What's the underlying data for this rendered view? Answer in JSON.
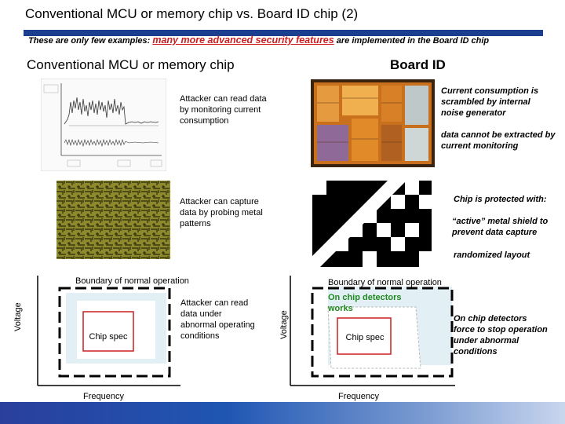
{
  "slide": {
    "title": "Conventional MCU or memory chip vs. Board ID chip (2)",
    "subtitle_pre": "These are only few examples: ",
    "subtitle_highlight": "many more advanced security features",
    "subtitle_post": " are implemented in the Board ID chip",
    "left_header": "Conventional MCU or memory chip",
    "right_header": "Board ID"
  },
  "rows": {
    "current": {
      "left_note": "Attacker can read data by monitoring current consumption",
      "right_note1": "Current consumption is scrambled by internal noise generator",
      "right_note2": "data cannot be extracted by current monitoring"
    },
    "probe": {
      "left_note": "Attacker can capture data by probing metal patterns",
      "right_title": "Chip is protected with:",
      "right_item1": "“active” metal shield to prevent data capture",
      "right_item2": "randomized layout"
    }
  },
  "left_diagram": {
    "boundary_label": "Boundary of normal operation",
    "y_label": "Voltage",
    "x_label": "Frequency",
    "spec_label": "Chip spec",
    "note": "Attacker can read data under abnormal operating conditions"
  },
  "right_diagram": {
    "boundary_label": "Boundary of normal operation",
    "detectors_label": "On chip detectors works",
    "y_label": "Voltage",
    "x_label": "Frequency",
    "spec_label": "Chip spec",
    "note": "On chip detectors force to stop operation under abnormal conditions"
  },
  "colors": {
    "title_rule": "#1b3f8f",
    "highlight": "#cc1f1f",
    "spec_box": "#cc1f1f",
    "detector_text": "#1f8a1f"
  }
}
